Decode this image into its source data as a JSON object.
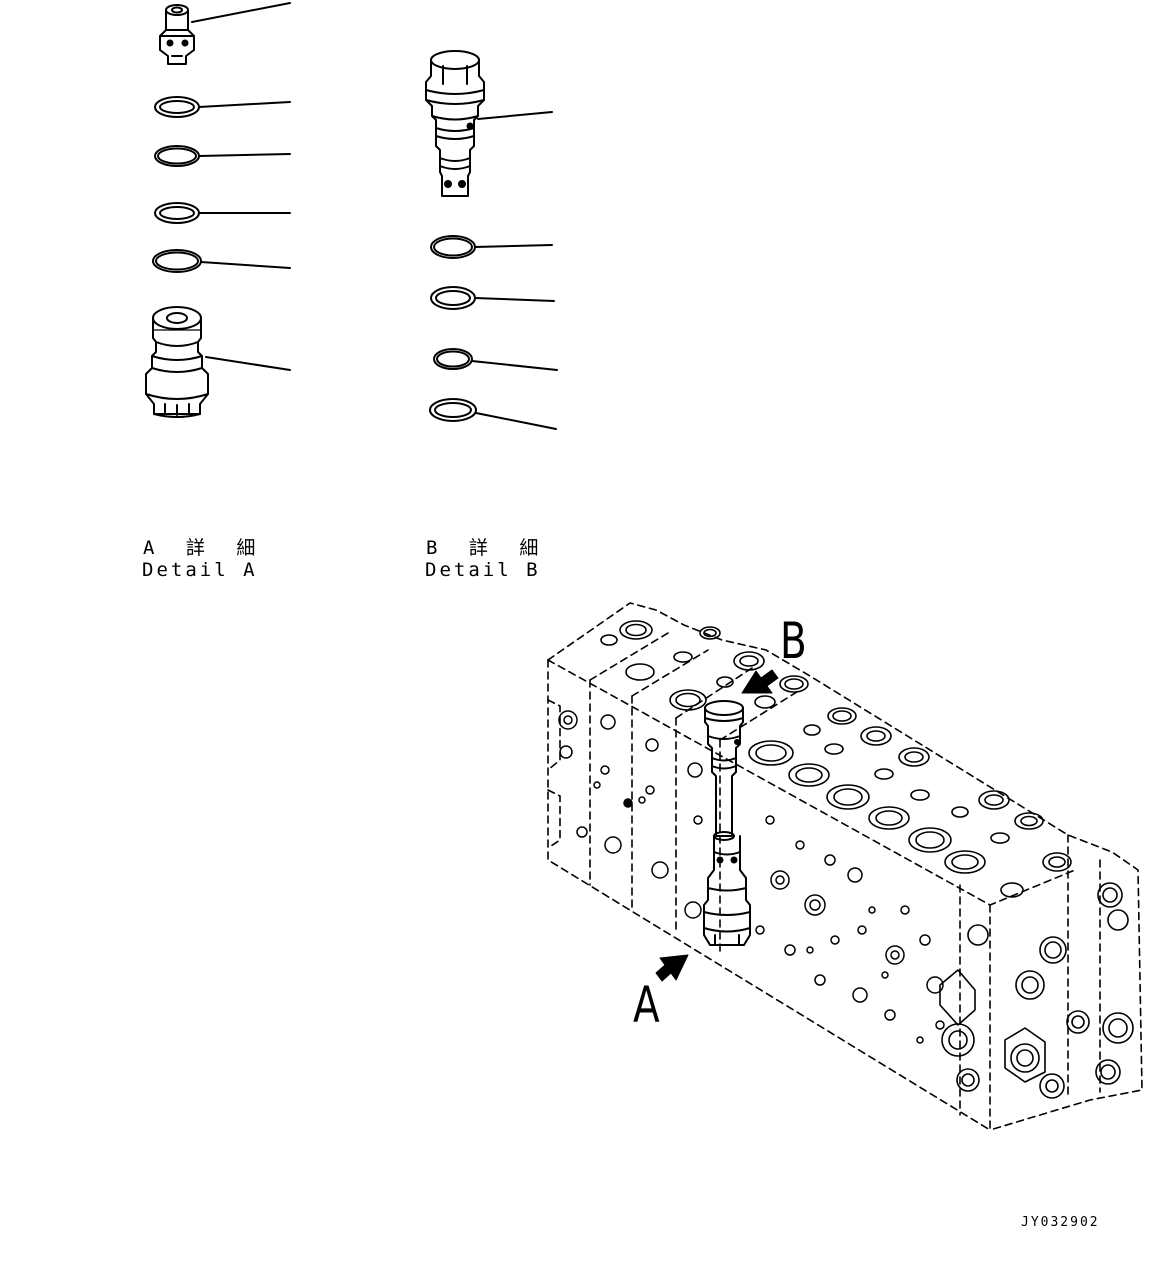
{
  "detail_a": {
    "jp_label": "A 詳 細",
    "en_label": "Detail A"
  },
  "detail_b": {
    "jp_label": "B 詳 細",
    "en_label": "Detail B"
  },
  "callouts": {
    "a": "A",
    "b": "B"
  },
  "drawing_code": "JY032902"
}
